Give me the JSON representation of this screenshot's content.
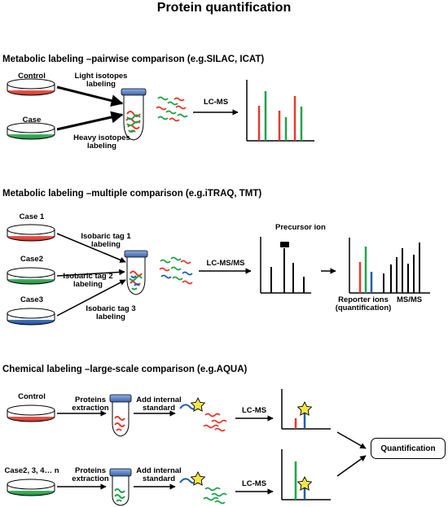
{
  "title": "Protein quantification",
  "sections": {
    "silac": {
      "heading": "Metabolic labeling –pairwise comparison (e.g.SILAC, ICAT)",
      "control": "Control",
      "case": "Case",
      "light_label": "Light isotopes\nlabeling",
      "heavy_label": "Heavy isotopes\nlabeling",
      "lcms": "LC-MS"
    },
    "itraq": {
      "heading": "Metabolic labeling –multiple comparison (e.g.iTRAQ, TMT)",
      "case1": "Case 1",
      "case2": "Case2",
      "case3": "Case3",
      "tag1": "Isobaric tag 1\nlabeling",
      "tag2": "Isobaric tag 2\nlabeling",
      "tag3": "Isobaric tag 3\nlabeling",
      "lcmsms": "LC-MS/MS",
      "precursor": "Precursor ion",
      "reporter": "Reporter ions\n(quantification)",
      "msms": "MS/MS"
    },
    "aqua": {
      "heading": "Chemical labeling –large-scale comparison (e.g.AQUA)",
      "control": "Control",
      "cases": "Case2, 3, 4… n",
      "extraction": "Proteins\nextraction",
      "standard": "Add internal\nstandard",
      "lcms": "LC-MS",
      "quantification": "Quantification"
    }
  },
  "colors": {
    "red": "#e53a2e",
    "green": "#1fa34a",
    "blue": "#1f5fae",
    "tube_cap": "#4f78b8",
    "star": "#f2e64a"
  }
}
